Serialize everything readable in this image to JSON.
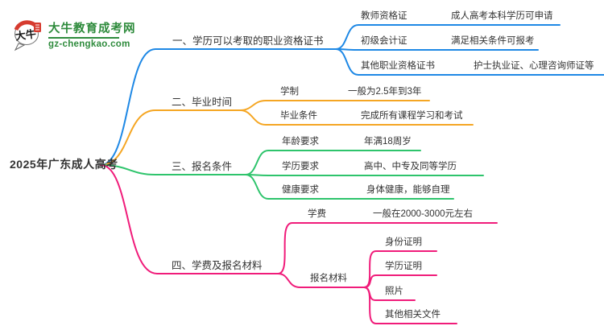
{
  "logo": {
    "seal_text": "大牛",
    "brand": "大牛教育成考网",
    "domain": "gz-chengkao.com",
    "brand_color": "#2e8b3c",
    "seal_red": "#d63b2f"
  },
  "root": {
    "label": "2025年广东成人高考"
  },
  "colors": {
    "blue": "#1e88e5",
    "orange": "#f5a623",
    "green": "#2ec46c",
    "pink": "#f01c7a",
    "text": "#333333"
  },
  "branches": [
    {
      "label": "一、学历可以考取的职业资格证书",
      "color": "blue",
      "children": [
        {
          "label": "教师资格证",
          "value": "成人高考本科学历可申请"
        },
        {
          "label": "初级会计证",
          "value": "满足相关条件可报考"
        },
        {
          "label": "其他职业资格证书",
          "value": "护士执业证、心理咨询师证等"
        }
      ]
    },
    {
      "label": "二、毕业时间",
      "color": "orange",
      "children": [
        {
          "label": "学制",
          "value": "一般为2.5年到3年"
        },
        {
          "label": "毕业条件",
          "value": "完成所有课程学习和考试"
        }
      ]
    },
    {
      "label": "三、报名条件",
      "color": "green",
      "children": [
        {
          "label": "年龄要求",
          "value": "年满18周岁"
        },
        {
          "label": "学历要求",
          "value": "高中、中专及同等学历"
        },
        {
          "label": "健康要求",
          "value": "身体健康，能够自理"
        }
      ]
    },
    {
      "label": "四、学费及报名材料",
      "color": "pink",
      "children": [
        {
          "label": "学费",
          "value": "一般在2000-3000元左右"
        },
        {
          "label": "报名材料",
          "value": "",
          "subchildren": [
            "身份证明",
            "学历证明",
            "照片",
            "其他相关文件"
          ]
        }
      ]
    }
  ]
}
